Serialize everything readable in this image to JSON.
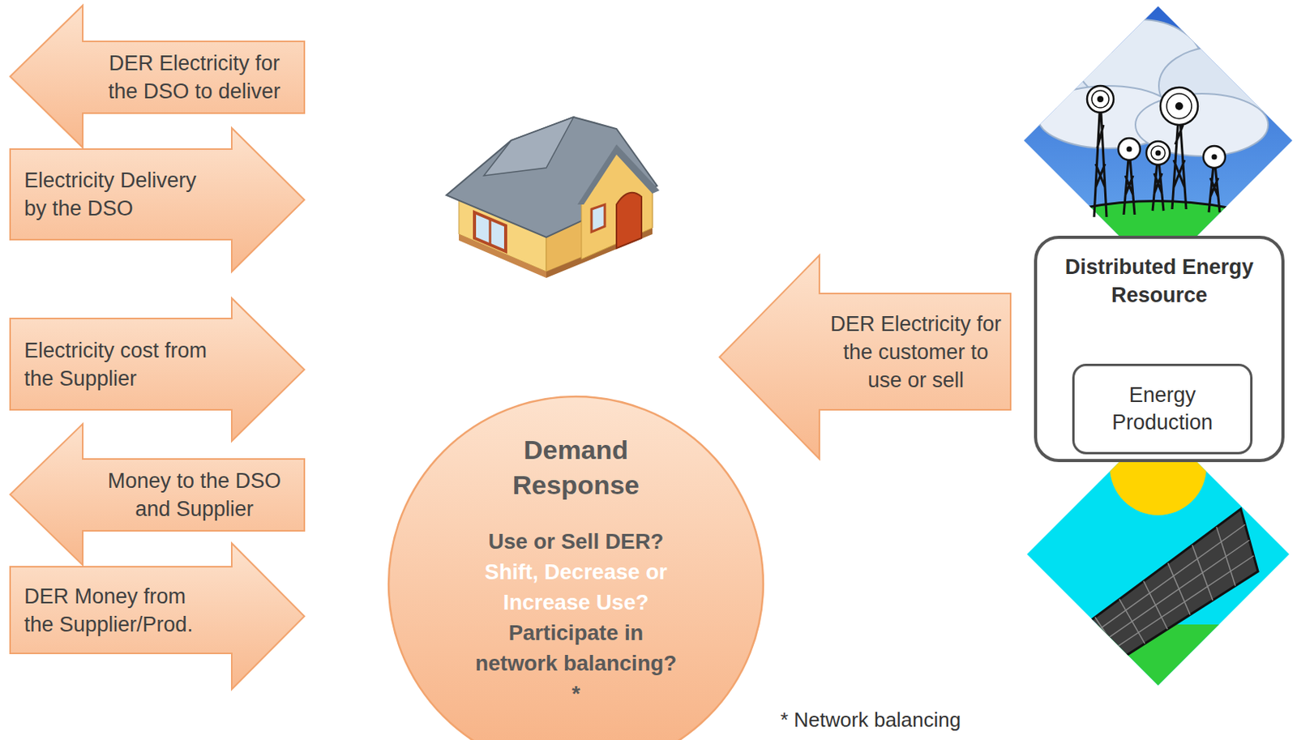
{
  "diagram": {
    "nodes": [
      {
        "text": [
          "DER Electricity for the DSO to deliver"
        ]
      },
      {
        "text": [
          "Electricity Delivery by the DSO"
        ]
      },
      {
        "text": [
          "Electricity cost from the Supplier"
        ]
      },
      {
        "text": [
          "Money to the DSO and Supplier"
        ]
      },
      {
        "text": [
          "DER Money from the Supplier/Prod."
        ]
      },
      {
        "text": [
          "DER Electricity for the customer to use or sell"
        ]
      },
      {
        "text": [
          "Distributed Energy Resource"
        ]
      },
      {
        "text": [
          "Energy Production"
        ],
        "in": 6
      },
      {
        "text": [
          "Demand Response",
          "Use or Sell DER?",
          "Shift, Decrease or Increase Use?",
          "Participate in network balancing?*"
        ]
      }
    ],
    "labels": [
      "* Network balancing"
    ]
  }
}
